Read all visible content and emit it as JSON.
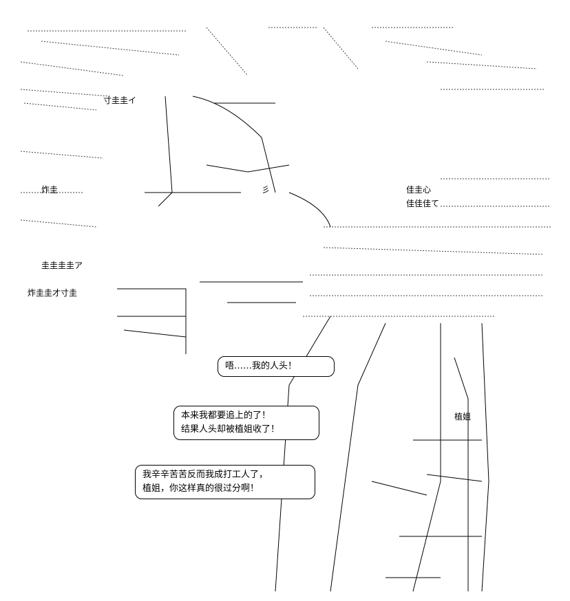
{
  "bubbles": [
    {
      "lines": [
        "唔……我的人头！"
      ]
    },
    {
      "lines": [
        "本来我都要追上的了！",
        "结果人头却被植姐收了！"
      ]
    },
    {
      "lines": [
        "我辛辛苦苦反而我成打工人了，",
        "植姐，你这样真的很过分啊！"
      ]
    }
  ],
  "art_fragments": [
    "寸圭圭イ",
    "炸圭",
    "彡",
    "圭圭圭圭ア",
    "炸圭圭才寸圭",
    "佳圭心",
    "佳佳佳て",
    "植姐"
  ]
}
